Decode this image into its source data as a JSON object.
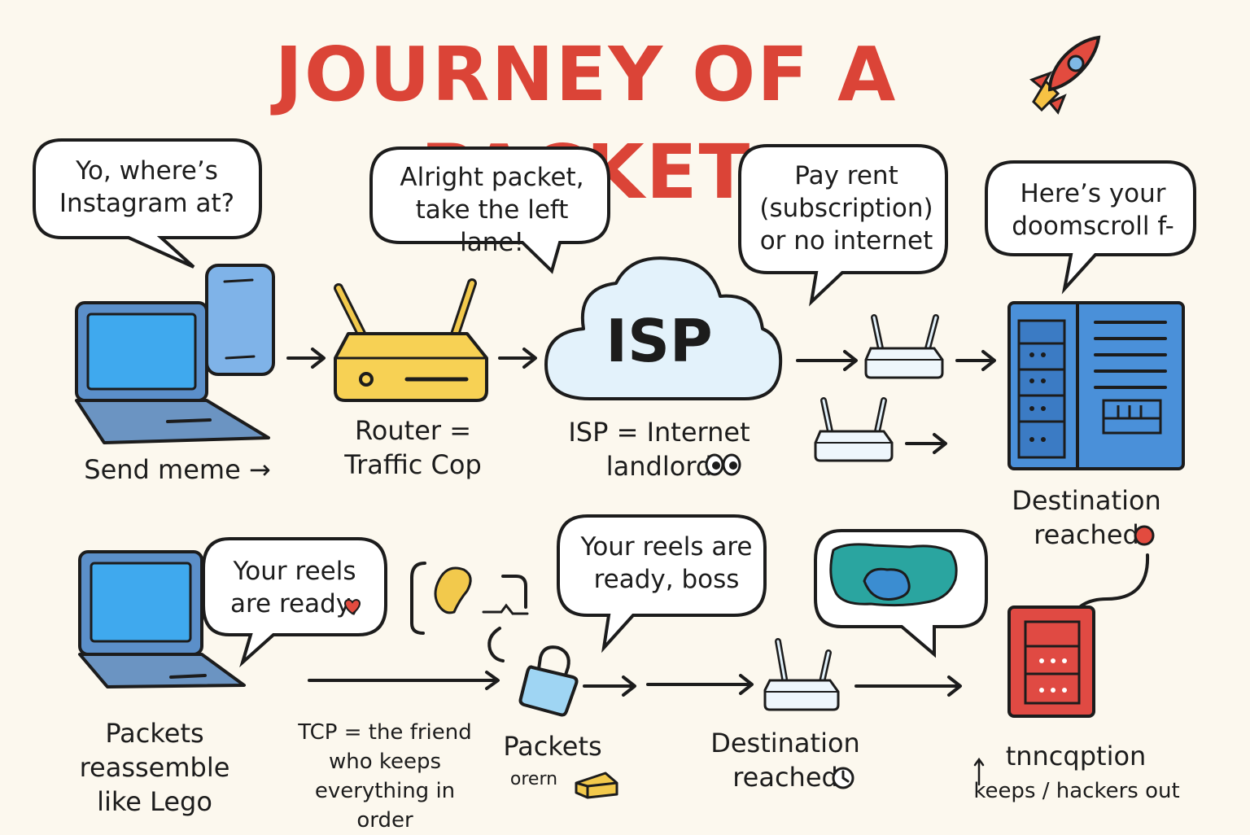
{
  "title": "JOURNEY OF A PACKET",
  "top_row": {
    "bubble_sender": "Yo, where’s Instagram at?",
    "bubble_router": "Alright packet, take the left lane!",
    "bubble_isp": "Pay rent (subscription) or no internet",
    "bubble_destination": "Here’s your doomscroll f-",
    "cloud_text": "ISP",
    "label_sender": "Send meme →",
    "label_router": "Router = Traffic Cop",
    "label_isp": "ISP = Internet landlord",
    "label_destination": "Destination reached"
  },
  "bottom_row": {
    "bubble_client": "Your reels are ready,",
    "bubble_middle": "Your reels are ready, boss",
    "label_client": "Packets reassemble like Lego",
    "label_tcp": "TCP = the friend who keeps everything in order",
    "label_packets": "Packets",
    "label_packets_sub": "orern",
    "label_dest2": "Destination reached",
    "label_encryption": "tnncqption",
    "label_encryption_sub": "keeps / hackers out"
  },
  "colors": {
    "title": "#db4437",
    "background": "#fcf8ee",
    "laptop_blue": "#5b8fc9",
    "router_yellow": "#f7d154",
    "cloud": "#e3f2fb",
    "server_blue": "#4a90d9",
    "server_red": "#e04a43"
  }
}
